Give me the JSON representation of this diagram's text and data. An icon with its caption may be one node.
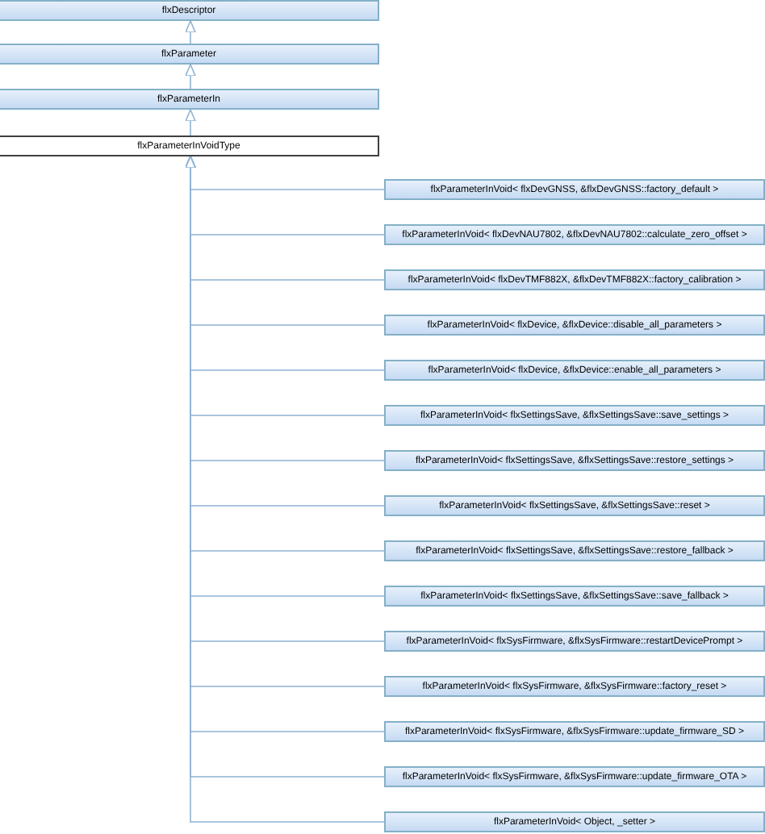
{
  "diagram": {
    "nodes": [
      {
        "text": [
          "flxDescriptor"
        ]
      },
      {
        "text": [
          "flxParameter"
        ]
      },
      {
        "text": [
          "flxParameterIn"
        ]
      },
      {
        "text": [
          "flxParameterInVoidType"
        ]
      },
      {
        "text": [
          "flxParameterInVoid< flxDevGNSS, &flxDevGNSS::factory_default >"
        ]
      },
      {
        "text": [
          "flxParameterInVoid< flxDevNAU7802, &flxDevNAU7802::calculate_zero_offset >"
        ]
      },
      {
        "text": [
          "flxParameterInVoid< flxDevTMF882X, &flxDevTMF882X::factory_calibration >"
        ]
      },
      {
        "text": [
          "flxParameterInVoid< flxDevice, &flxDevice::disable_all_parameters >"
        ]
      },
      {
        "text": [
          "flxParameterInVoid< flxDevice, &flxDevice::enable_all_parameters >"
        ]
      },
      {
        "text": [
          "flxParameterInVoid< flxSettingsSave, &flxSettingsSave::save_settings >"
        ]
      },
      {
        "text": [
          "flxParameterInVoid< flxSettingsSave, &flxSettingsSave::restore_settings >"
        ]
      },
      {
        "text": [
          "flxParameterInVoid< flxSettingsSave, &flxSettingsSave::reset >"
        ]
      },
      {
        "text": [
          "flxParameterInVoid< flxSettingsSave, &flxSettingsSave::restore_fallback >"
        ]
      },
      {
        "text": [
          "flxParameterInVoid< flxSettingsSave, &flxSettingsSave::save_fallback >"
        ]
      },
      {
        "text": [
          "flxParameterInVoid< flxSysFirmware, &flxSysFirmware::restartDevicePrompt >"
        ]
      },
      {
        "text": [
          "flxParameterInVoid< flxSysFirmware, &flxSysFirmware::factory_reset >"
        ]
      },
      {
        "text": [
          "flxParameterInVoid< flxSysFirmware, &flxSysFirmware::update_firmware_SD >"
        ]
      },
      {
        "text": [
          "flxParameterInVoid< flxSysFirmware, &flxSysFirmware::update_firmware_OTA >"
        ]
      },
      {
        "text": [
          "flxParameterInVoid< Object, _setter >"
        ]
      }
    ],
    "edges": [
      {
        "from": 1,
        "to": 0,
        "arrow": "to"
      },
      {
        "from": 2,
        "to": 1,
        "arrow": "to"
      },
      {
        "from": 3,
        "to": 2,
        "arrow": "to"
      },
      {
        "from": 4,
        "to": 3,
        "arrow": "to"
      },
      {
        "from": 5,
        "to": 3,
        "arrow": "to"
      },
      {
        "from": 6,
        "to": 3,
        "arrow": "to"
      },
      {
        "from": 7,
        "to": 3,
        "arrow": "to"
      },
      {
        "from": 8,
        "to": 3,
        "arrow": "to"
      },
      {
        "from": 9,
        "to": 3,
        "arrow": "to"
      },
      {
        "from": 10,
        "to": 3,
        "arrow": "to"
      },
      {
        "from": 11,
        "to": 3,
        "arrow": "to"
      },
      {
        "from": 12,
        "to": 3,
        "arrow": "to"
      },
      {
        "from": 13,
        "to": 3,
        "arrow": "to"
      },
      {
        "from": 14,
        "to": 3,
        "arrow": "to"
      },
      {
        "from": 15,
        "to": 3,
        "arrow": "to"
      },
      {
        "from": 16,
        "to": 3,
        "arrow": "to"
      },
      {
        "from": 17,
        "to": 3,
        "arrow": "to"
      },
      {
        "from": 18,
        "to": 3,
        "arrow": "to"
      }
    ]
  }
}
